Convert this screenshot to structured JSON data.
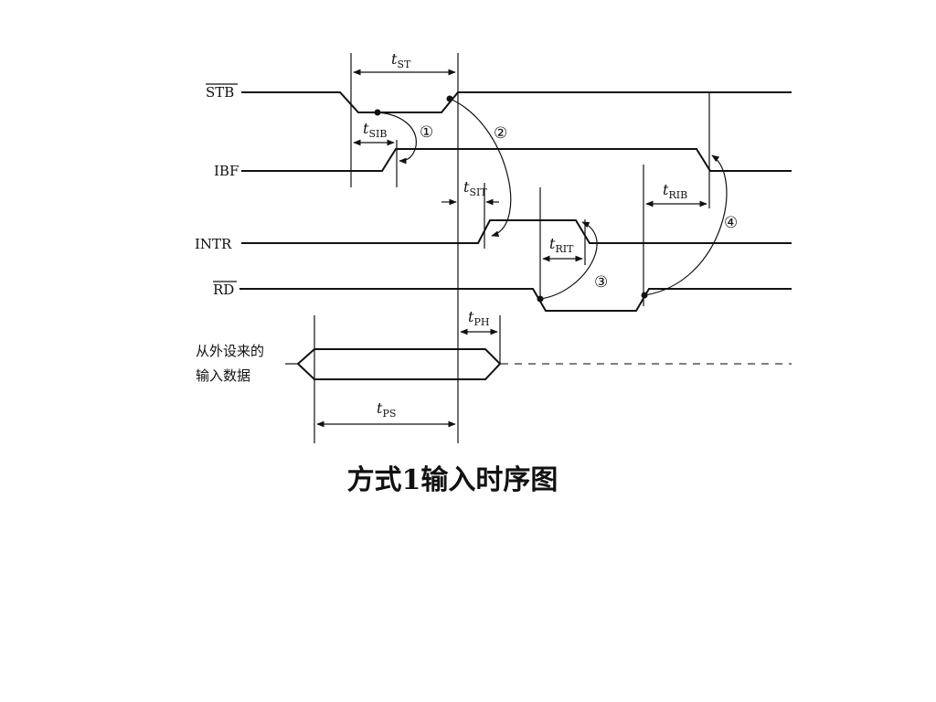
{
  "signals": {
    "stb": "STB",
    "ibf": "IBF",
    "intr": "INTR",
    "rd": "RD",
    "data_line1": "从外设来的",
    "data_line2": "输入数据"
  },
  "timings": {
    "t_st": {
      "t": "t",
      "sub": "ST"
    },
    "t_sib": {
      "t": "t",
      "sub": "SIB"
    },
    "t_sit": {
      "t": "t",
      "sub": "SIT"
    },
    "t_rit": {
      "t": "t",
      "sub": "RIT"
    },
    "t_rib": {
      "t": "t",
      "sub": "RIB"
    },
    "t_ph": {
      "t": "t",
      "sub": "PH"
    },
    "t_ps": {
      "t": "t",
      "sub": "PS"
    }
  },
  "steps": [
    "①",
    "②",
    "③",
    "④"
  ],
  "caption": "方式1输入时序图"
}
